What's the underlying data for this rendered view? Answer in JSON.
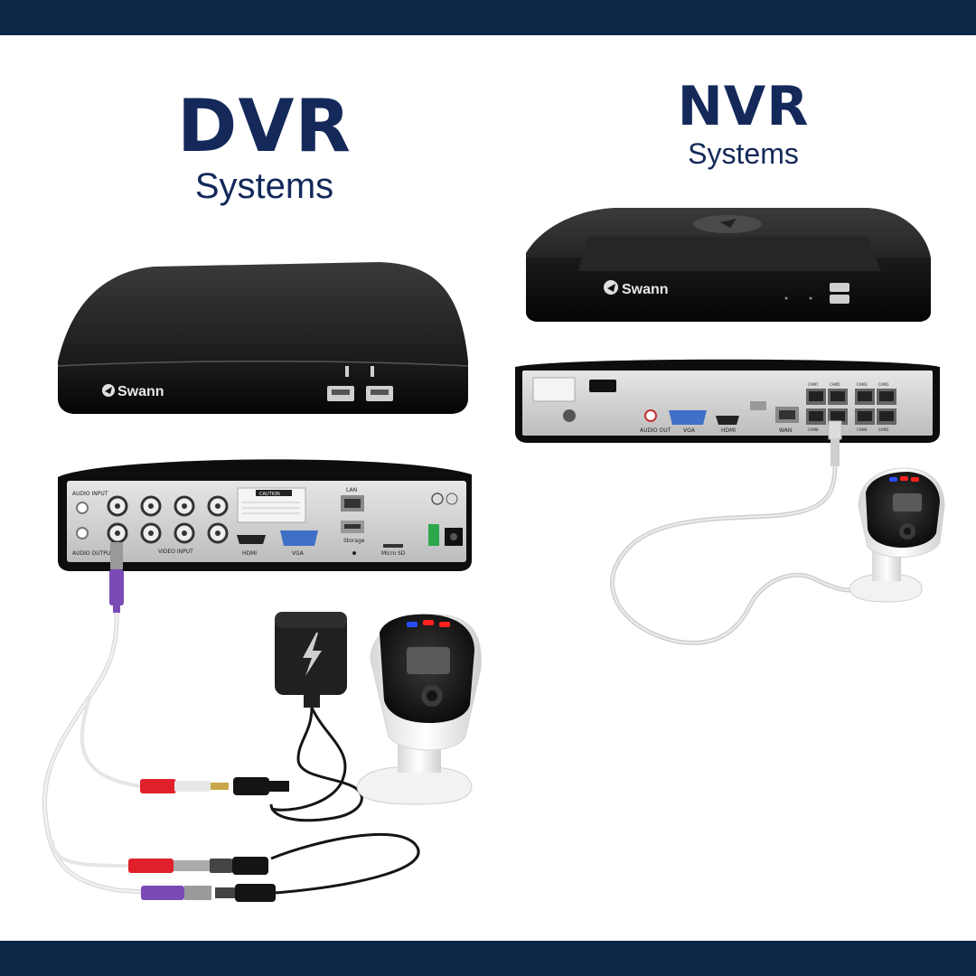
{
  "banner_color": "#0e2747",
  "accent_color": "#14295a",
  "dvr": {
    "title": "DVR",
    "subtitle": "Systems",
    "front_logo": "Swann",
    "rear_labels": {
      "audio_input": "AUDIO INPUT",
      "audio_output": "AUDIO OUTPUT",
      "video_input": "VIDEO INPUT",
      "hdmi": "HDMI",
      "vga": "VGA",
      "lan": "LAN",
      "storage": "Storage",
      "micro_sd": "Micro SD",
      "caution": "CAUTION"
    }
  },
  "nvr": {
    "title": "NVR",
    "subtitle": "Systems",
    "front_logo": "Swann",
    "rear_labels": {
      "audio_out": "AUDIO OUT",
      "vga": "VGA",
      "hdmi": "HDMI",
      "wan": "WAN",
      "cam1": "CAM1",
      "cam2": "CAM2",
      "cam3": "CAM3",
      "cam4": "CAM4",
      "cam5": "CAM5",
      "cam6": "CAM6",
      "cam7": "CAM7",
      "cam8": "CAM8"
    }
  },
  "icons": [
    "lightning-bolt-icon",
    "swann-logo-icon"
  ]
}
